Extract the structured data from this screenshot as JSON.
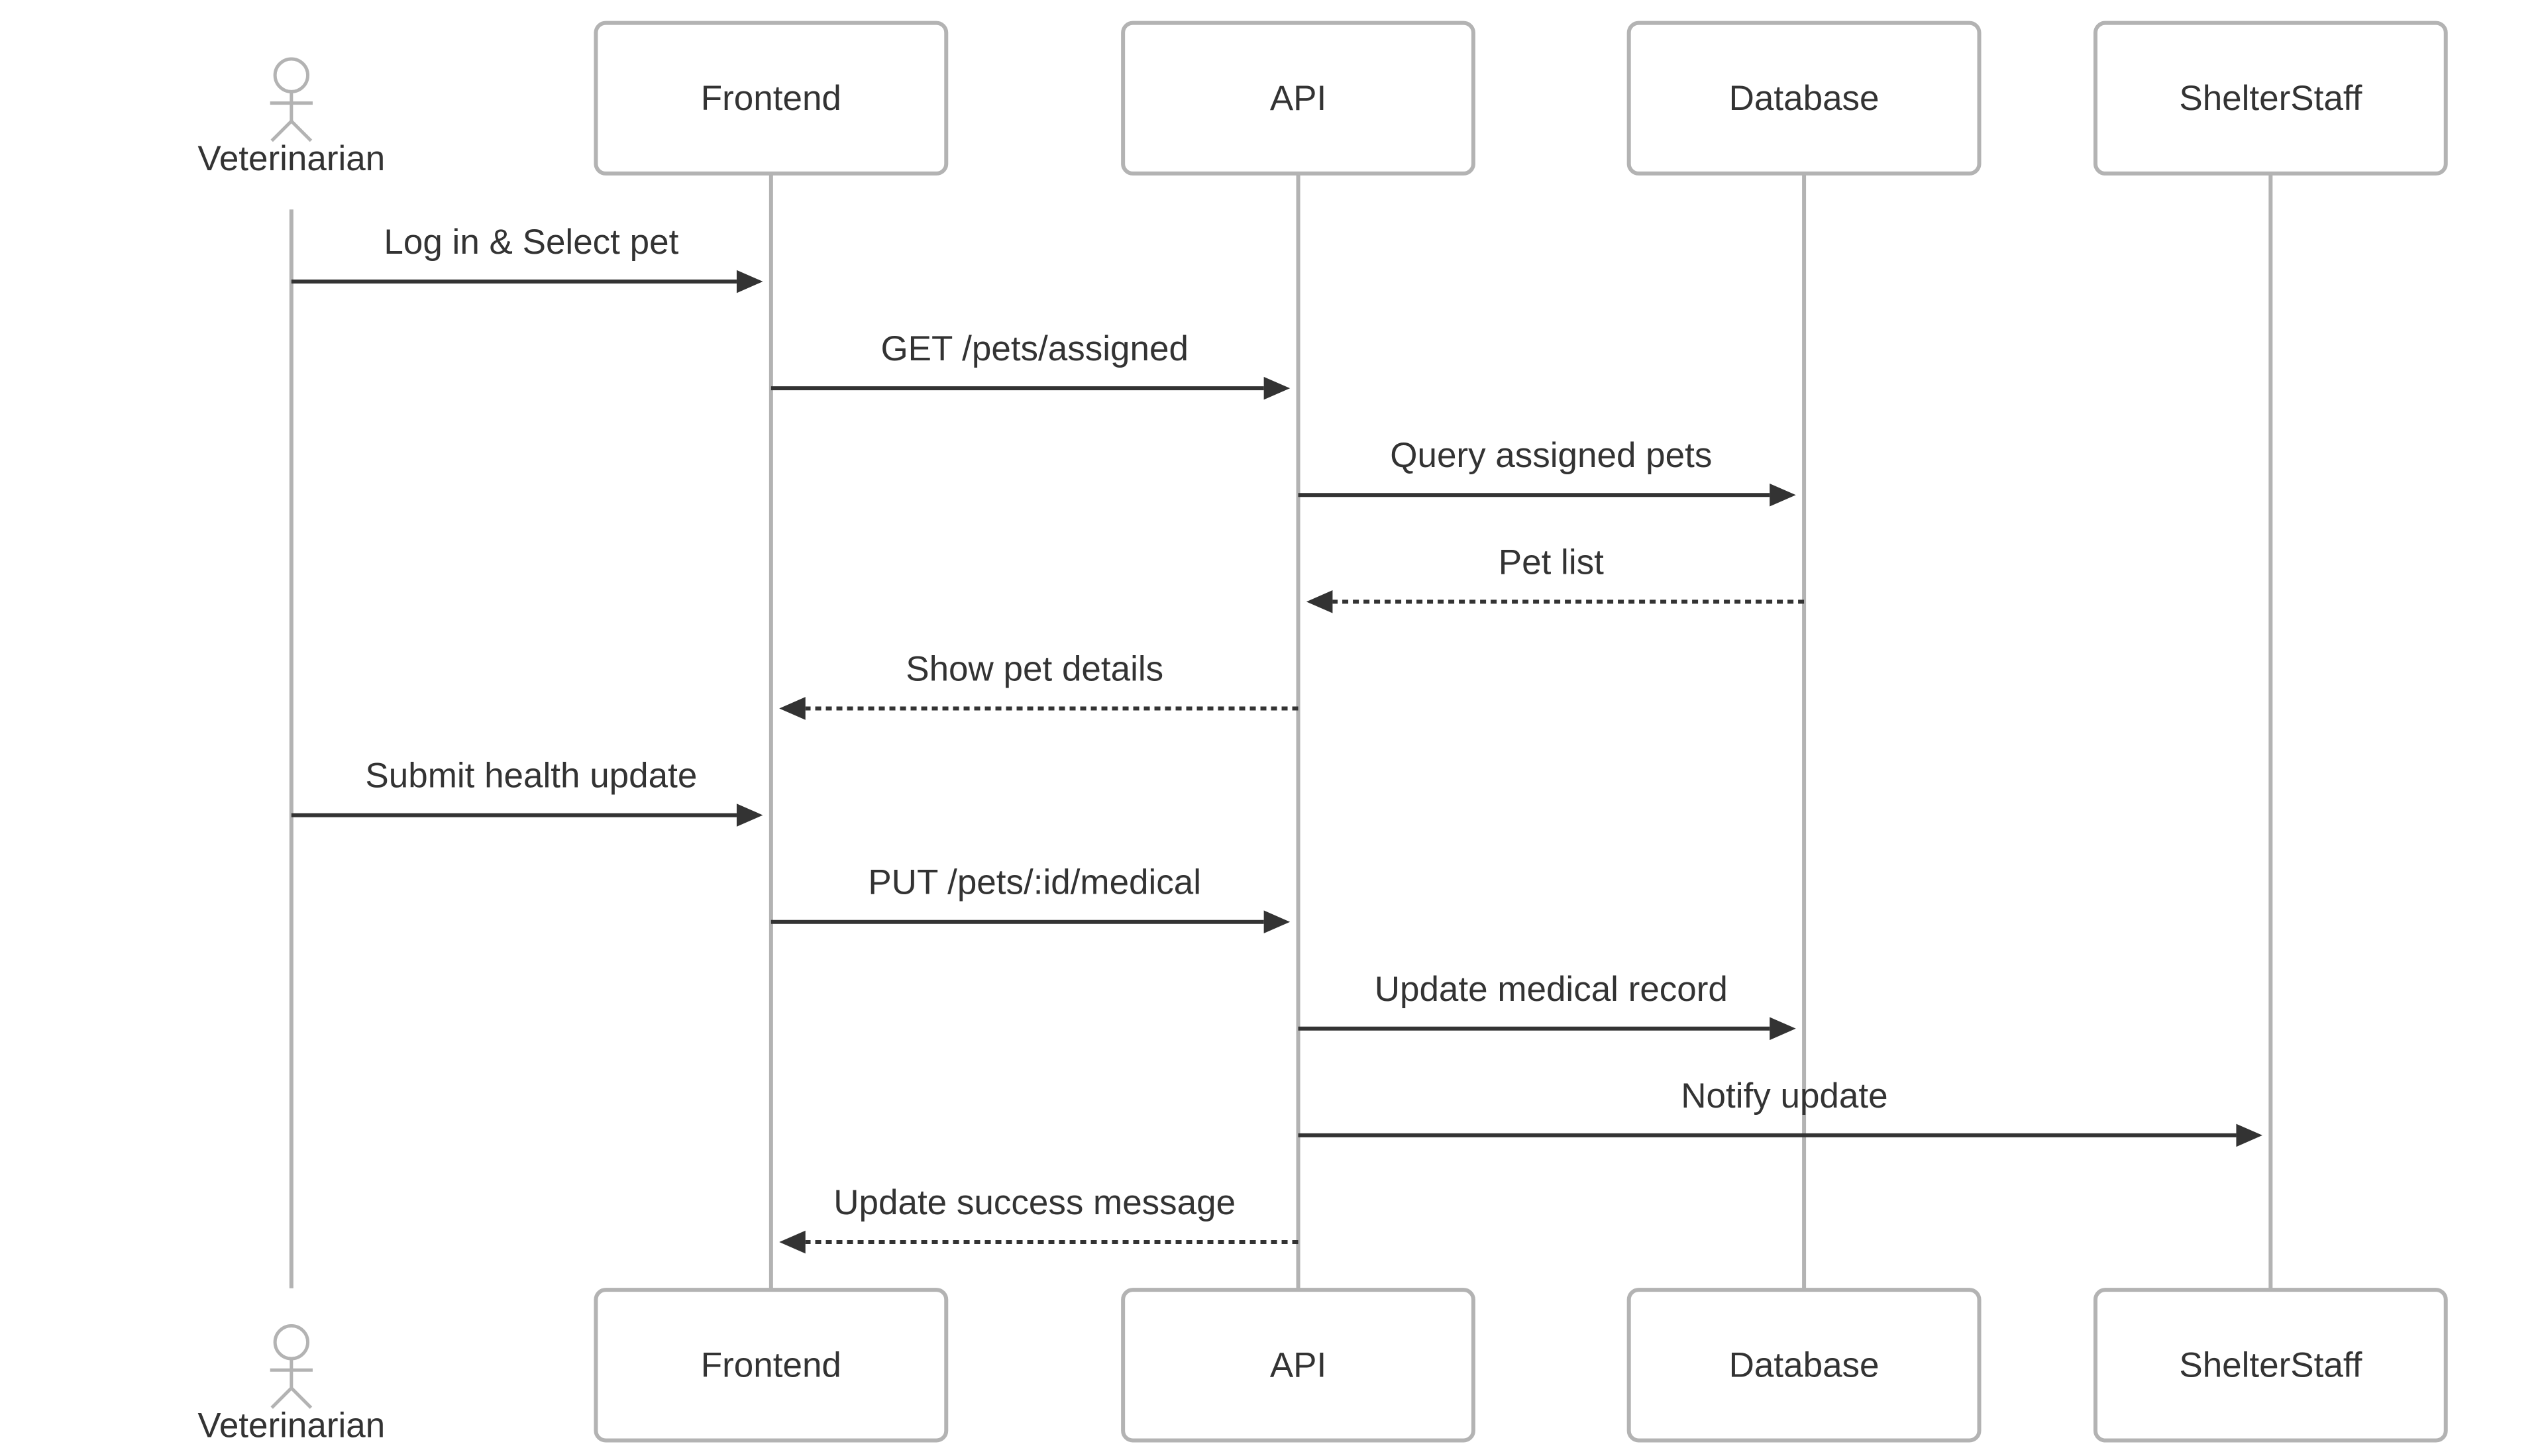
{
  "participants": [
    {
      "id": "veterinarian",
      "label": "Veterinarian",
      "kind": "actor"
    },
    {
      "id": "frontend",
      "label": "Frontend",
      "kind": "box"
    },
    {
      "id": "api",
      "label": "API",
      "kind": "box"
    },
    {
      "id": "database",
      "label": "Database",
      "kind": "box"
    },
    {
      "id": "shelterstaff",
      "label": "ShelterStaff",
      "kind": "box"
    }
  ],
  "messages": [
    {
      "from": "veterinarian",
      "to": "frontend",
      "label": "Log in & Select pet",
      "style": "solid"
    },
    {
      "from": "frontend",
      "to": "api",
      "label": "GET /pets/assigned",
      "style": "solid"
    },
    {
      "from": "api",
      "to": "database",
      "label": "Query assigned pets",
      "style": "solid"
    },
    {
      "from": "database",
      "to": "api",
      "label": "Pet list",
      "style": "dotted"
    },
    {
      "from": "api",
      "to": "frontend",
      "label": "Show pet details",
      "style": "dotted"
    },
    {
      "from": "veterinarian",
      "to": "frontend",
      "label": "Submit health update",
      "style": "solid"
    },
    {
      "from": "frontend",
      "to": "api",
      "label": "PUT /pets/:id/medical",
      "style": "solid"
    },
    {
      "from": "api",
      "to": "database",
      "label": "Update medical record",
      "style": "solid"
    },
    {
      "from": "api",
      "to": "shelterstaff",
      "label": "Notify update",
      "style": "solid"
    },
    {
      "from": "api",
      "to": "frontend",
      "label": "Update success message",
      "style": "dotted"
    }
  ],
  "colors": {
    "lifeline": "#b3b3b3",
    "box_border": "#b3b3b3",
    "arrow": "#333333",
    "text": "#333333",
    "background": "#ffffff"
  }
}
